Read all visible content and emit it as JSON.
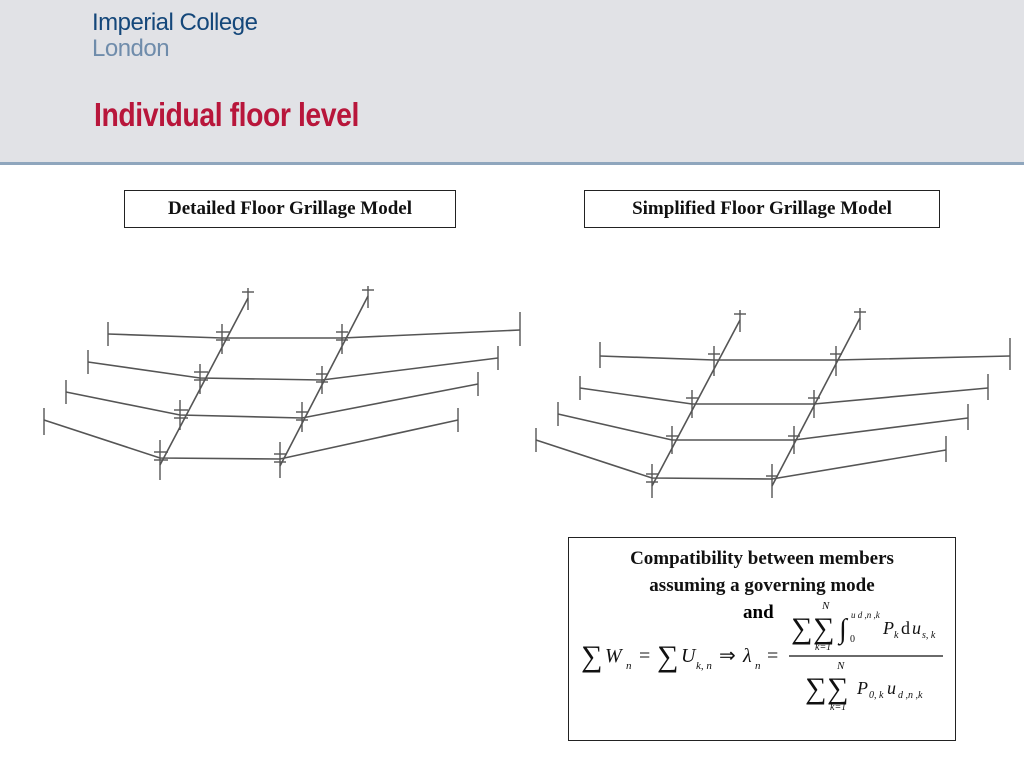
{
  "header": {
    "logo_line1": "Imperial College",
    "logo_line2": "London",
    "title": "Individual floor level"
  },
  "captions": {
    "detailed": "Detailed Floor Grillage Model",
    "simplified": "Simplified Floor Grillage Model"
  },
  "formula": {
    "line1": "Compatibility between members",
    "line2": "assuming a governing mode",
    "and": "and"
  },
  "colors": {
    "title": "#b8163b",
    "logo_primary": "#14477a",
    "logo_secondary": "#6f8cab",
    "header_bg": "#e1e2e6"
  }
}
